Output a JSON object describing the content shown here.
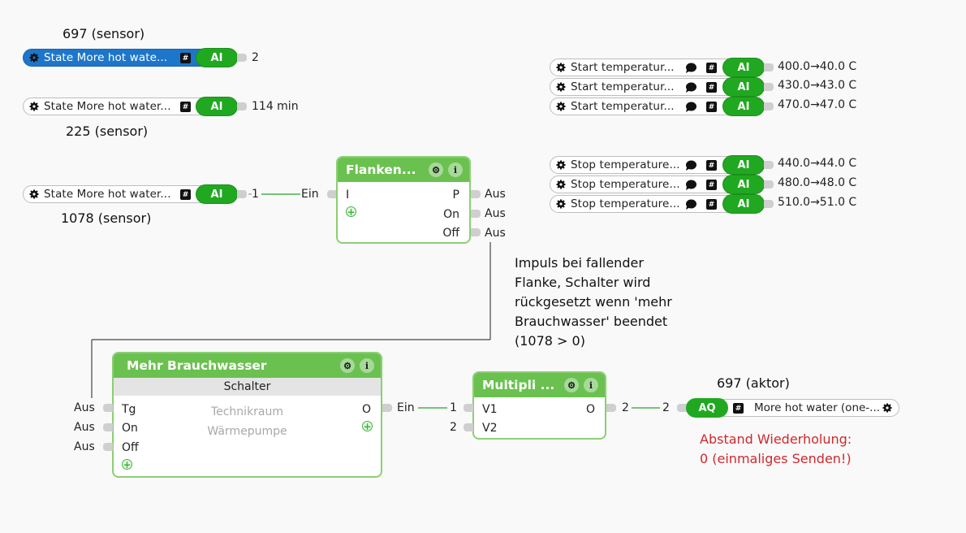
{
  "annotations": {
    "sensor_697": "697 (sensor)",
    "sensor_225": "225 (sensor)",
    "sensor_1078": "1078 (sensor)",
    "aktor_697": "697 (aktor)",
    "note_impuls": "Impuls bei fallender\nFlanke, Schalter wird\nrückgesetzt wenn 'mehr\nBrauchwasser' beendet\n(1078 > 0)",
    "warning_line1": "Abstand Wiederholung:",
    "warning_line2": "0 (einmaliges Senden!)",
    "warning_color": "#d0282d"
  },
  "inputs": [
    {
      "label": "State More hot wate...",
      "badge": "AI",
      "value": "2",
      "selected": true
    },
    {
      "label": "State More hot water...",
      "badge": "AI",
      "value": "114 min",
      "selected": false
    },
    {
      "label": "State More hot water...",
      "badge": "AI",
      "value": "1",
      "selected": false
    }
  ],
  "start_temps": [
    {
      "label": "Start  temperatur...",
      "badge": "AI",
      "value": "400.0→40.0 C"
    },
    {
      "label": "Start  temperatur...",
      "badge": "AI",
      "value": "430.0→43.0 C"
    },
    {
      "label": "Start  temperatur...",
      "badge": "AI",
      "value": "470.0→47.0 C"
    }
  ],
  "stop_temps": [
    {
      "label": "Stop  temperature...",
      "badge": "AI",
      "value": "440.0→44.0 C"
    },
    {
      "label": "Stop  temperature...",
      "badge": "AI",
      "value": "480.0→48.0 C"
    },
    {
      "label": "Stop  temperature...",
      "badge": "AI",
      "value": "510.0→51.0 C"
    }
  ],
  "flanken": {
    "title": "Flanken...",
    "input_port": "I",
    "input_label": "Ein",
    "outputs": [
      {
        "port": "P",
        "label": "Aus"
      },
      {
        "port": "On",
        "label": "Aus"
      },
      {
        "port": "Off",
        "label": "Aus"
      }
    ]
  },
  "schalter": {
    "title": "Mehr Brauchwasser",
    "subtitle": "Schalter",
    "room": "Technikraum",
    "category": "Wärmepumpe",
    "inputs": [
      {
        "port": "Tg",
        "label": "Aus"
      },
      {
        "port": "On",
        "label": "Aus"
      },
      {
        "port": "Off",
        "label": "Aus"
      }
    ],
    "output_port": "O",
    "output_label": "Ein"
  },
  "multiplier": {
    "title": "Multipli ...",
    "inputs": [
      {
        "port": "V1",
        "label": "1"
      },
      {
        "port": "V2",
        "label": "2"
      }
    ],
    "output_port": "O",
    "output_label": "2"
  },
  "actuator": {
    "badge": "AQ",
    "label": "More hot water (one-...",
    "input_label": "2"
  },
  "colors": {
    "ai_green": "#21a821",
    "block_green": "#6ac14f",
    "selected_blue": "#1d76c9"
  }
}
